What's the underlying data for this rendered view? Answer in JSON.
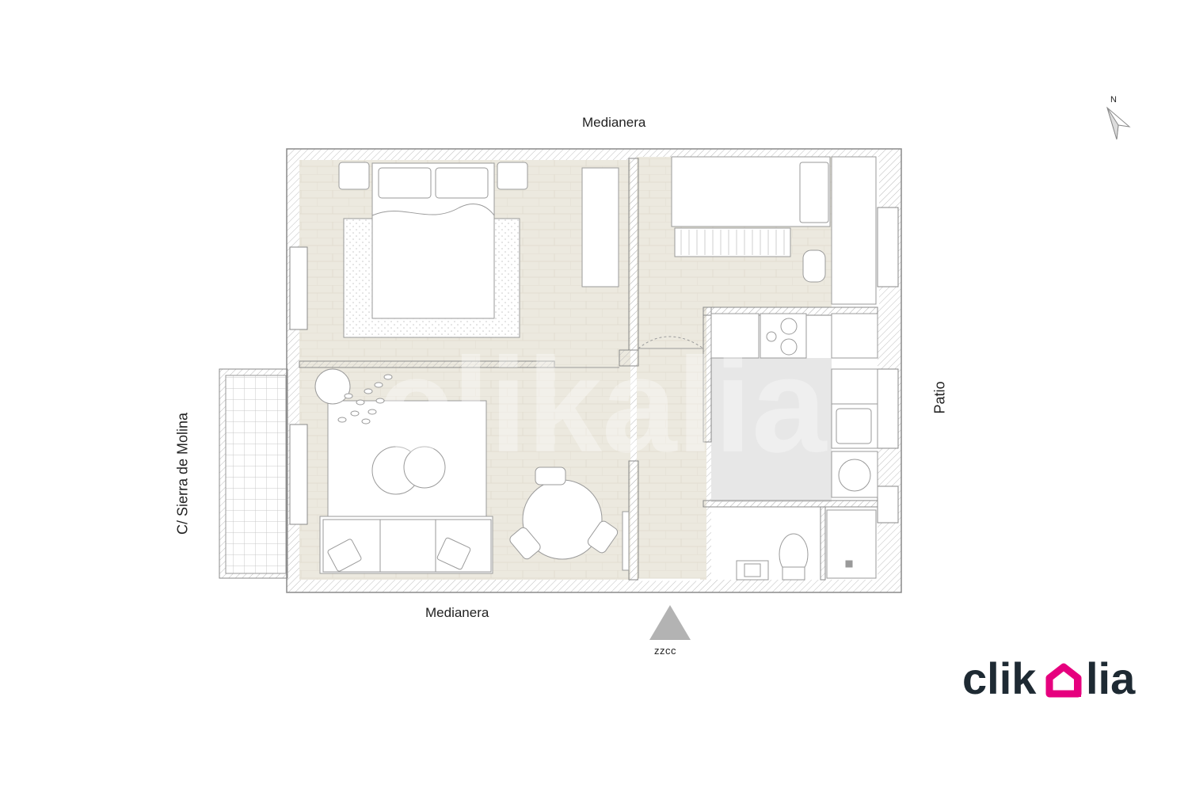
{
  "labels": {
    "top_wall": "Medianera",
    "bottom_wall": "Medianera",
    "street": "C/ Sierra de Molina",
    "side": "Patio",
    "north": "N",
    "entrance": "zzcc"
  },
  "brand": {
    "logo_text": "clikalia",
    "watermark_text": "clikalia",
    "accent_color": "#e6007e",
    "text_color": "#1e2a33"
  },
  "colors": {
    "floor": "#ece9df",
    "wall": "#eeeeee",
    "wall_outline": "#8a8a8a",
    "wet_area": "#e7e7e7",
    "entrance_arrow": "#b3b3b3"
  }
}
